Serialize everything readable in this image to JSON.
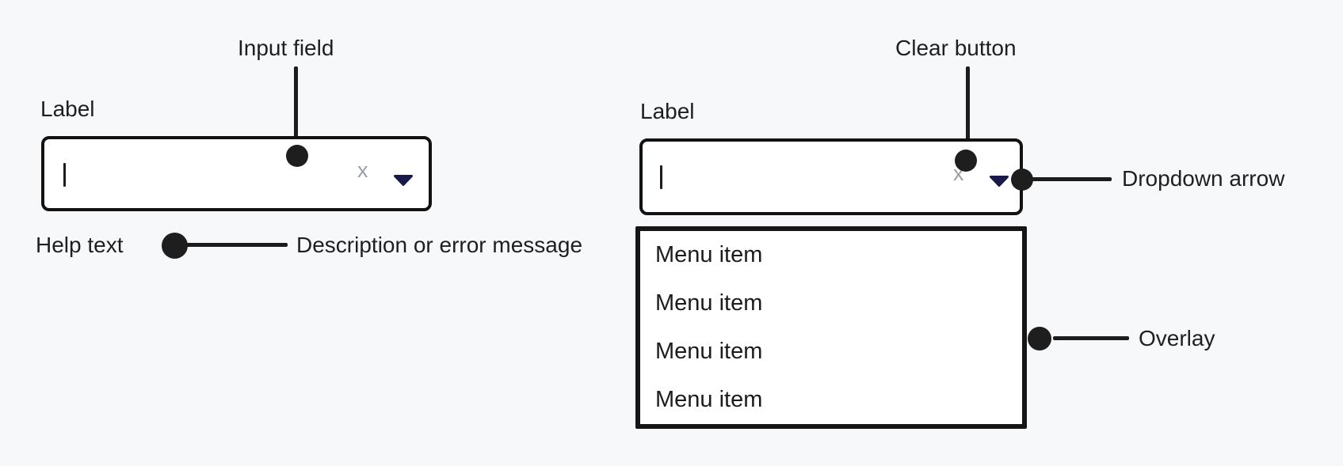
{
  "diagram": {
    "background_color": "#f7f8fa",
    "ink_color": "#1c1c1c",
    "arrow_navy_color": "#191a4a",
    "clear_gray_color": "#9aa0a8"
  },
  "left_combobox": {
    "label": "Label",
    "input_value": "",
    "clear_glyph": "x",
    "help_text": "Help text",
    "annotations": {
      "input_field": "Input field",
      "help": "Description or error message"
    }
  },
  "right_combobox": {
    "label": "Label",
    "input_value": "",
    "clear_glyph": "x",
    "menu_items": [
      "Menu item",
      "Menu item",
      "Menu item",
      "Menu item"
    ],
    "annotations": {
      "clear_button": "Clear button",
      "dropdown_arrow": "Dropdown arrow",
      "overlay": "Overlay"
    }
  }
}
